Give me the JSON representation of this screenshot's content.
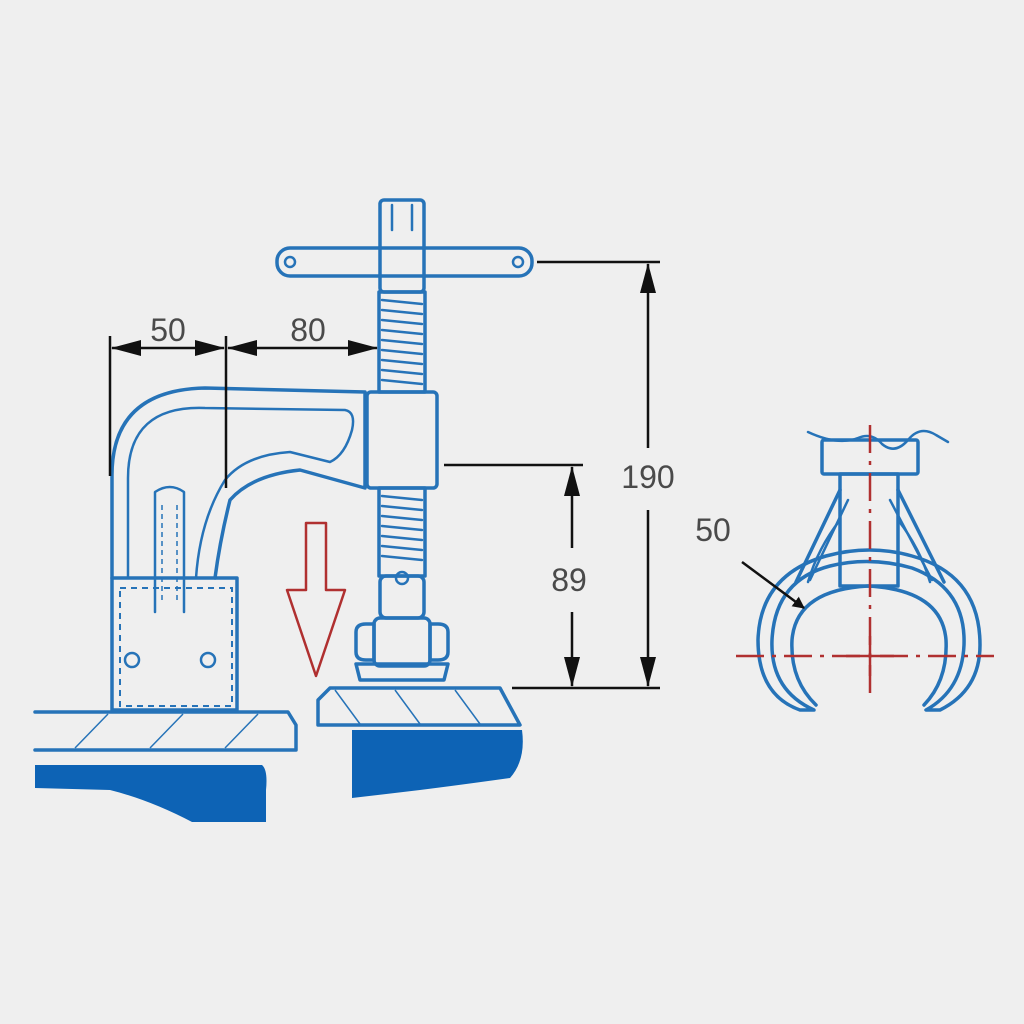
{
  "dimensions": {
    "arm_width": "50",
    "reach": "80",
    "overall_height": "190",
    "clamp_height": "89",
    "jaw_diameter": "50"
  },
  "colors": {
    "background": "#efefef",
    "outline": "#2673b8",
    "workpiece_fill": "#0d63b5",
    "arrow": "#b03030",
    "centerline": "#b03030",
    "dimension": "#111111"
  },
  "icons": {
    "direction_arrow": "down-arrow-icon"
  }
}
